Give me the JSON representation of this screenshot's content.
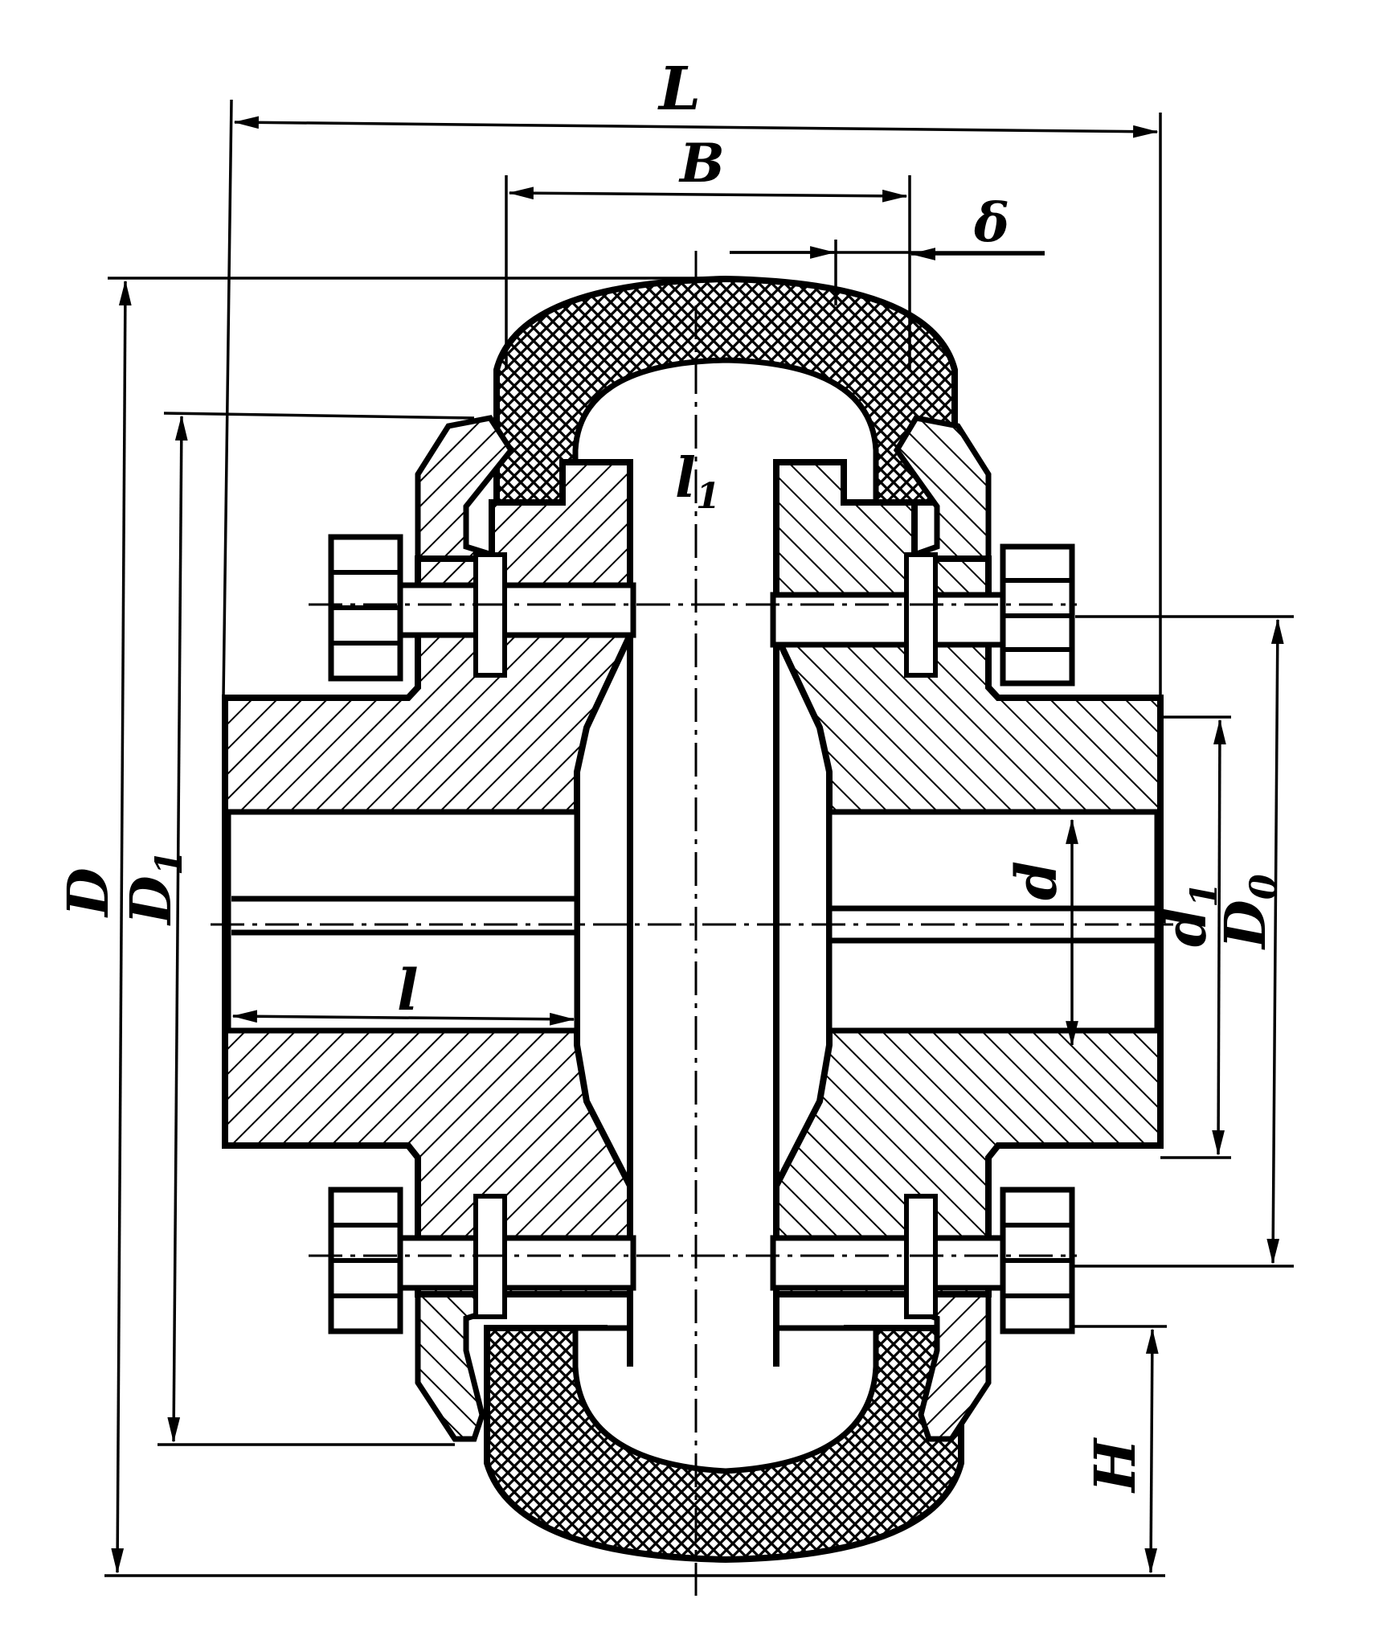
{
  "labels": {
    "L": "L",
    "B": "B",
    "delta": "δ",
    "l1": "l",
    "l1_sub": "1",
    "D": "D",
    "D1": "D",
    "D1_sub": "1",
    "d": "d",
    "d1": "d",
    "d1_sub": "1",
    "D0": "D",
    "D0_sub": "0",
    "l": "l",
    "H": "H"
  },
  "colors": {
    "ink": "#000000",
    "paper": "#ffffff"
  }
}
